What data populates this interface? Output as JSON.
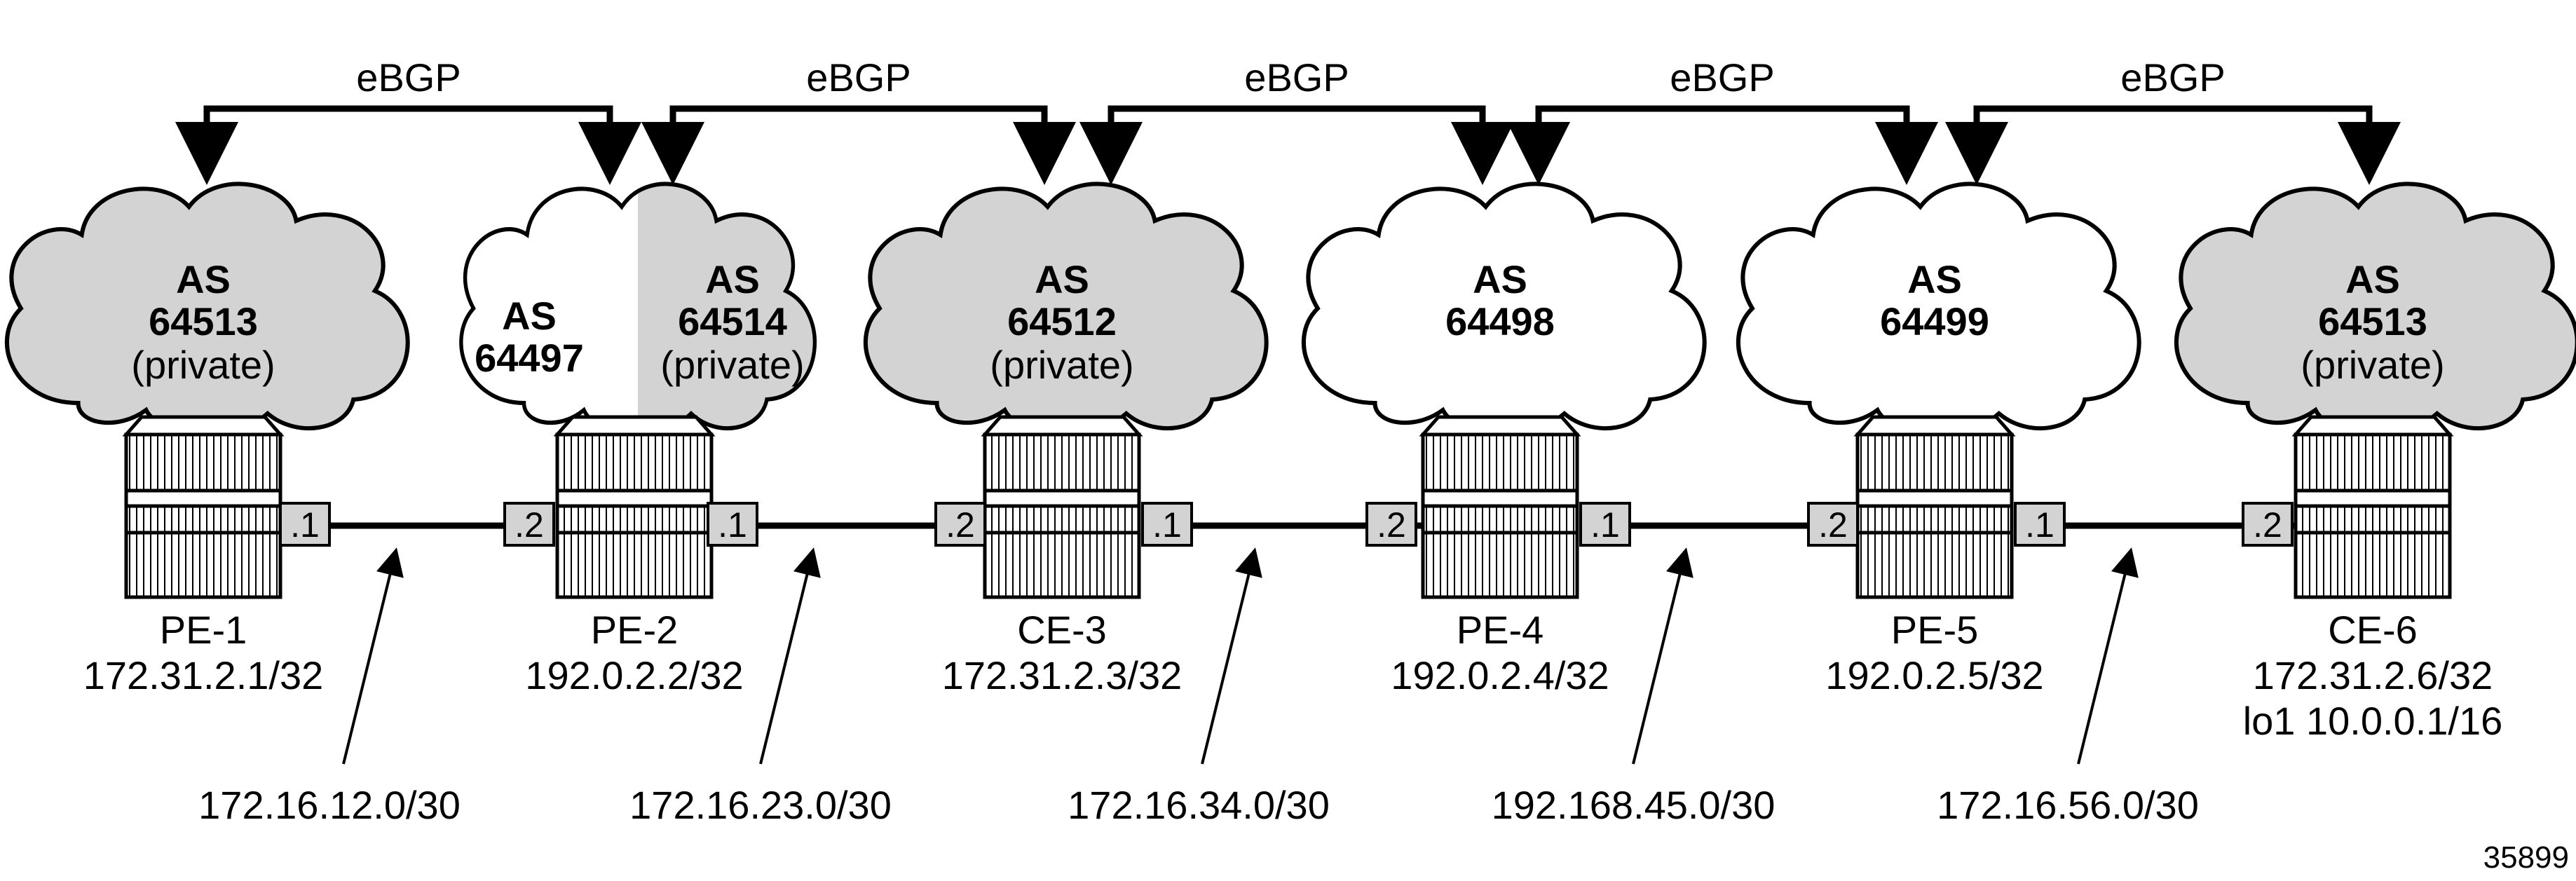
{
  "title": "",
  "colors": {
    "shaded": "#d3d3d3",
    "line": "#000000",
    "cloud_white": "#ffffff"
  },
  "ebgp_label": "eBGP",
  "as_label": "AS",
  "private_label": "(private)",
  "clouds": [
    {
      "id": "as64513a",
      "number": "64513",
      "shaded": true,
      "private": true
    },
    {
      "id": "as64497",
      "number": "64497",
      "shaded": false,
      "private": false
    },
    {
      "id": "as64514",
      "number": "64514",
      "shaded": true,
      "private": true
    },
    {
      "id": "as64512",
      "number": "64512",
      "shaded": true,
      "private": true
    },
    {
      "id": "as64498",
      "number": "64498",
      "shaded": false,
      "private": false
    },
    {
      "id": "as64499",
      "number": "64499",
      "shaded": false,
      "private": false
    },
    {
      "id": "as64513b",
      "number": "64513",
      "shaded": true,
      "private": true
    }
  ],
  "routers": [
    {
      "name": "PE-1",
      "address": "172.31.2.1/32"
    },
    {
      "name": "PE-2",
      "address": "192.0.2.2/32"
    },
    {
      "name": "CE-3",
      "address": "172.31.2.3/32"
    },
    {
      "name": "PE-4",
      "address": "192.0.2.4/32"
    },
    {
      "name": "PE-5",
      "address": "192.0.2.5/32"
    },
    {
      "name": "CE-6",
      "address": "172.31.2.6/32",
      "extra": "lo1 10.0.0.1/16"
    }
  ],
  "links": [
    {
      "subnet": "172.16.12.0/30",
      "left_port": ".1",
      "right_port": ".2"
    },
    {
      "subnet": "172.16.23.0/30",
      "left_port": ".1",
      "right_port": ".2"
    },
    {
      "subnet": "172.16.34.0/30",
      "left_port": ".1",
      "right_port": ".2"
    },
    {
      "subnet": "192.168.45.0/30",
      "left_port": ".1",
      "right_port": ".2"
    },
    {
      "subnet": "172.16.56.0/30",
      "left_port": ".1",
      "right_port": ".2"
    }
  ],
  "figure_id": "35899"
}
